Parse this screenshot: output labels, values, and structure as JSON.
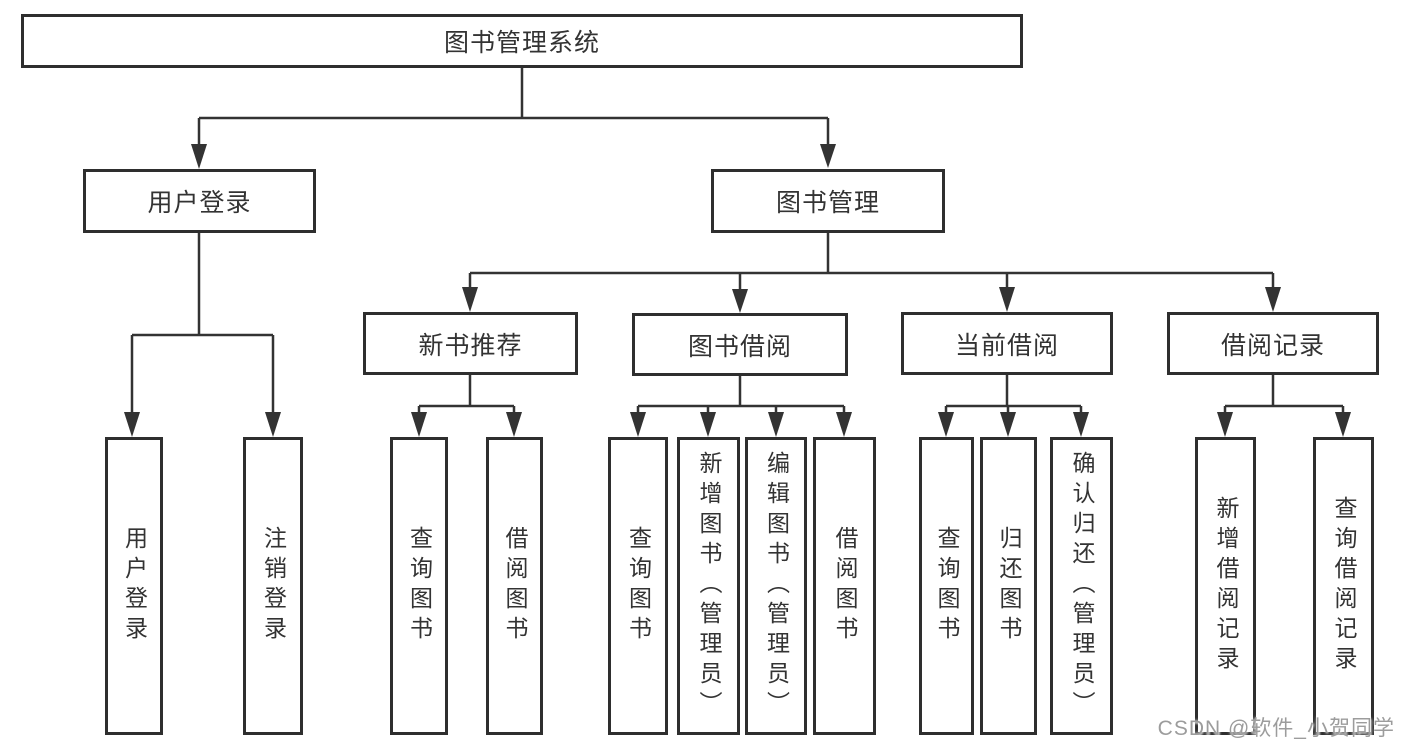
{
  "watermark": "CSDN @软件_小贺同学",
  "colors": {
    "line": "#333333",
    "box_border": "#2e2e2e",
    "box_fill": "#ffffff",
    "text": "#333333",
    "watermark_text": "#9c9c9c"
  },
  "tree": {
    "label": "图书管理系统",
    "children": [
      {
        "label": "用户登录",
        "children": [
          {
            "label": "用户登录"
          },
          {
            "label": "注销登录"
          }
        ]
      },
      {
        "label": "图书管理",
        "children": [
          {
            "label": "新书推荐",
            "children": [
              {
                "label": "查询图书"
              },
              {
                "label": "借阅图书"
              }
            ]
          },
          {
            "label": "图书借阅",
            "children": [
              {
                "label": "查询图书"
              },
              {
                "label": "新增图书（管理员）"
              },
              {
                "label": "编辑图书（管理员）"
              },
              {
                "label": "借阅图书"
              }
            ]
          },
          {
            "label": "当前借阅",
            "children": [
              {
                "label": "查询图书"
              },
              {
                "label": "归还图书"
              },
              {
                "label": "确认归还（管理员）"
              }
            ]
          },
          {
            "label": "借阅记录",
            "children": [
              {
                "label": "新增借阅记录"
              },
              {
                "label": "查询借阅记录"
              }
            ]
          }
        ]
      }
    ]
  }
}
